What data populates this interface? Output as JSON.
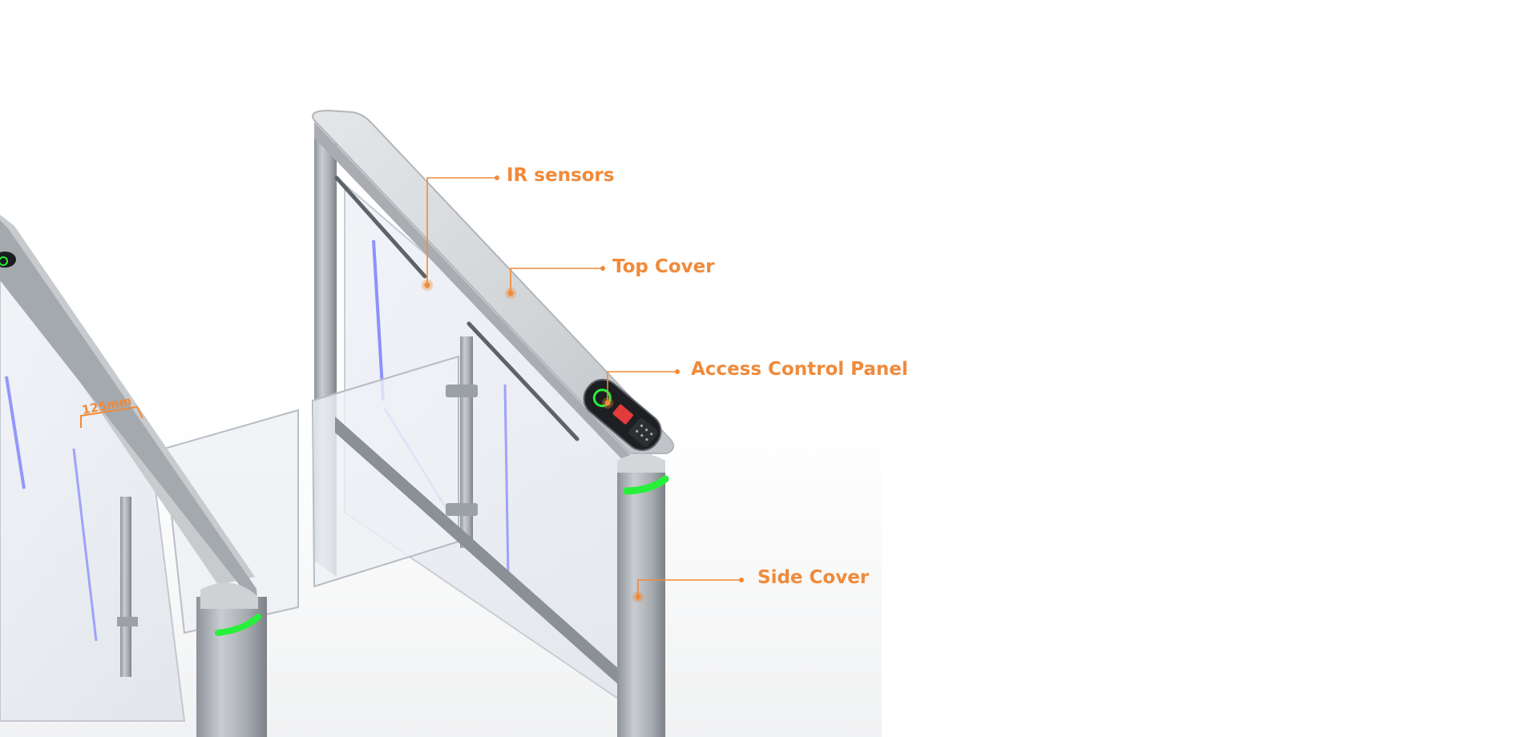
{
  "colors": {
    "accent": "#f08a3a",
    "led_green": "#27f03a",
    "steel_light": "#d8dadc",
    "steel_mid": "#aeb2b6",
    "steel_dark": "#7f858b",
    "glass": "#e6eaf1",
    "glow_blue": "#6d72ff"
  },
  "callouts": {
    "ir_sensors": "IR sensors",
    "top_cover": "Top Cover",
    "access_control_panel": "Access Control Panel",
    "side_cover": "Side Cover"
  },
  "dimension": {
    "gap_width": "125mm"
  },
  "icons": {
    "panel_indicator": "status-ring-icon",
    "panel_card": "card-reader-icon",
    "panel_keypad": "keypad-icon"
  }
}
